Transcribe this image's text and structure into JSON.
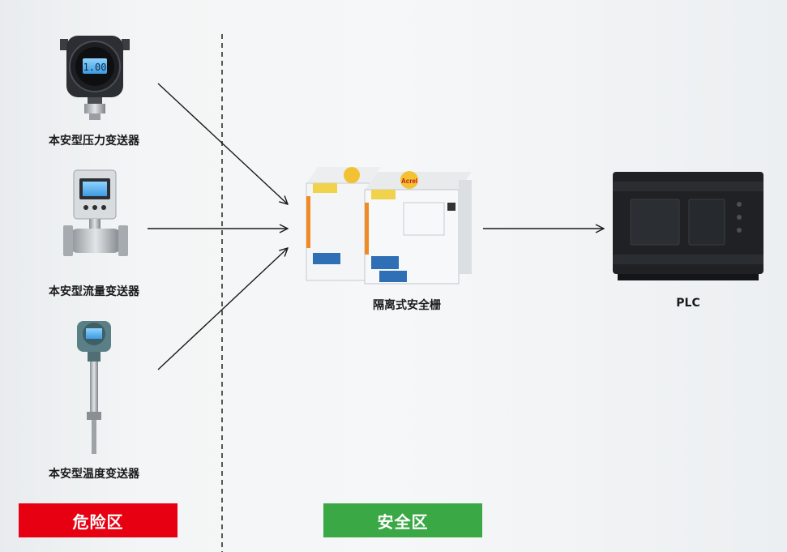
{
  "devices": {
    "pressure_label": "本安型压力变送器",
    "flow_label": "本安型流量变送器",
    "temperature_label": "本安型温度变送器",
    "barrier_label": "隔离式安全栅",
    "plc_label": "PLC",
    "pressure_display": "1.00",
    "barrier_brand": "Acrel"
  },
  "zones": {
    "hazard": "危险区",
    "safe": "安全区"
  },
  "colors": {
    "hazard": "#e60012",
    "safe": "#3aa845",
    "arrow": "#1a1a1a"
  }
}
